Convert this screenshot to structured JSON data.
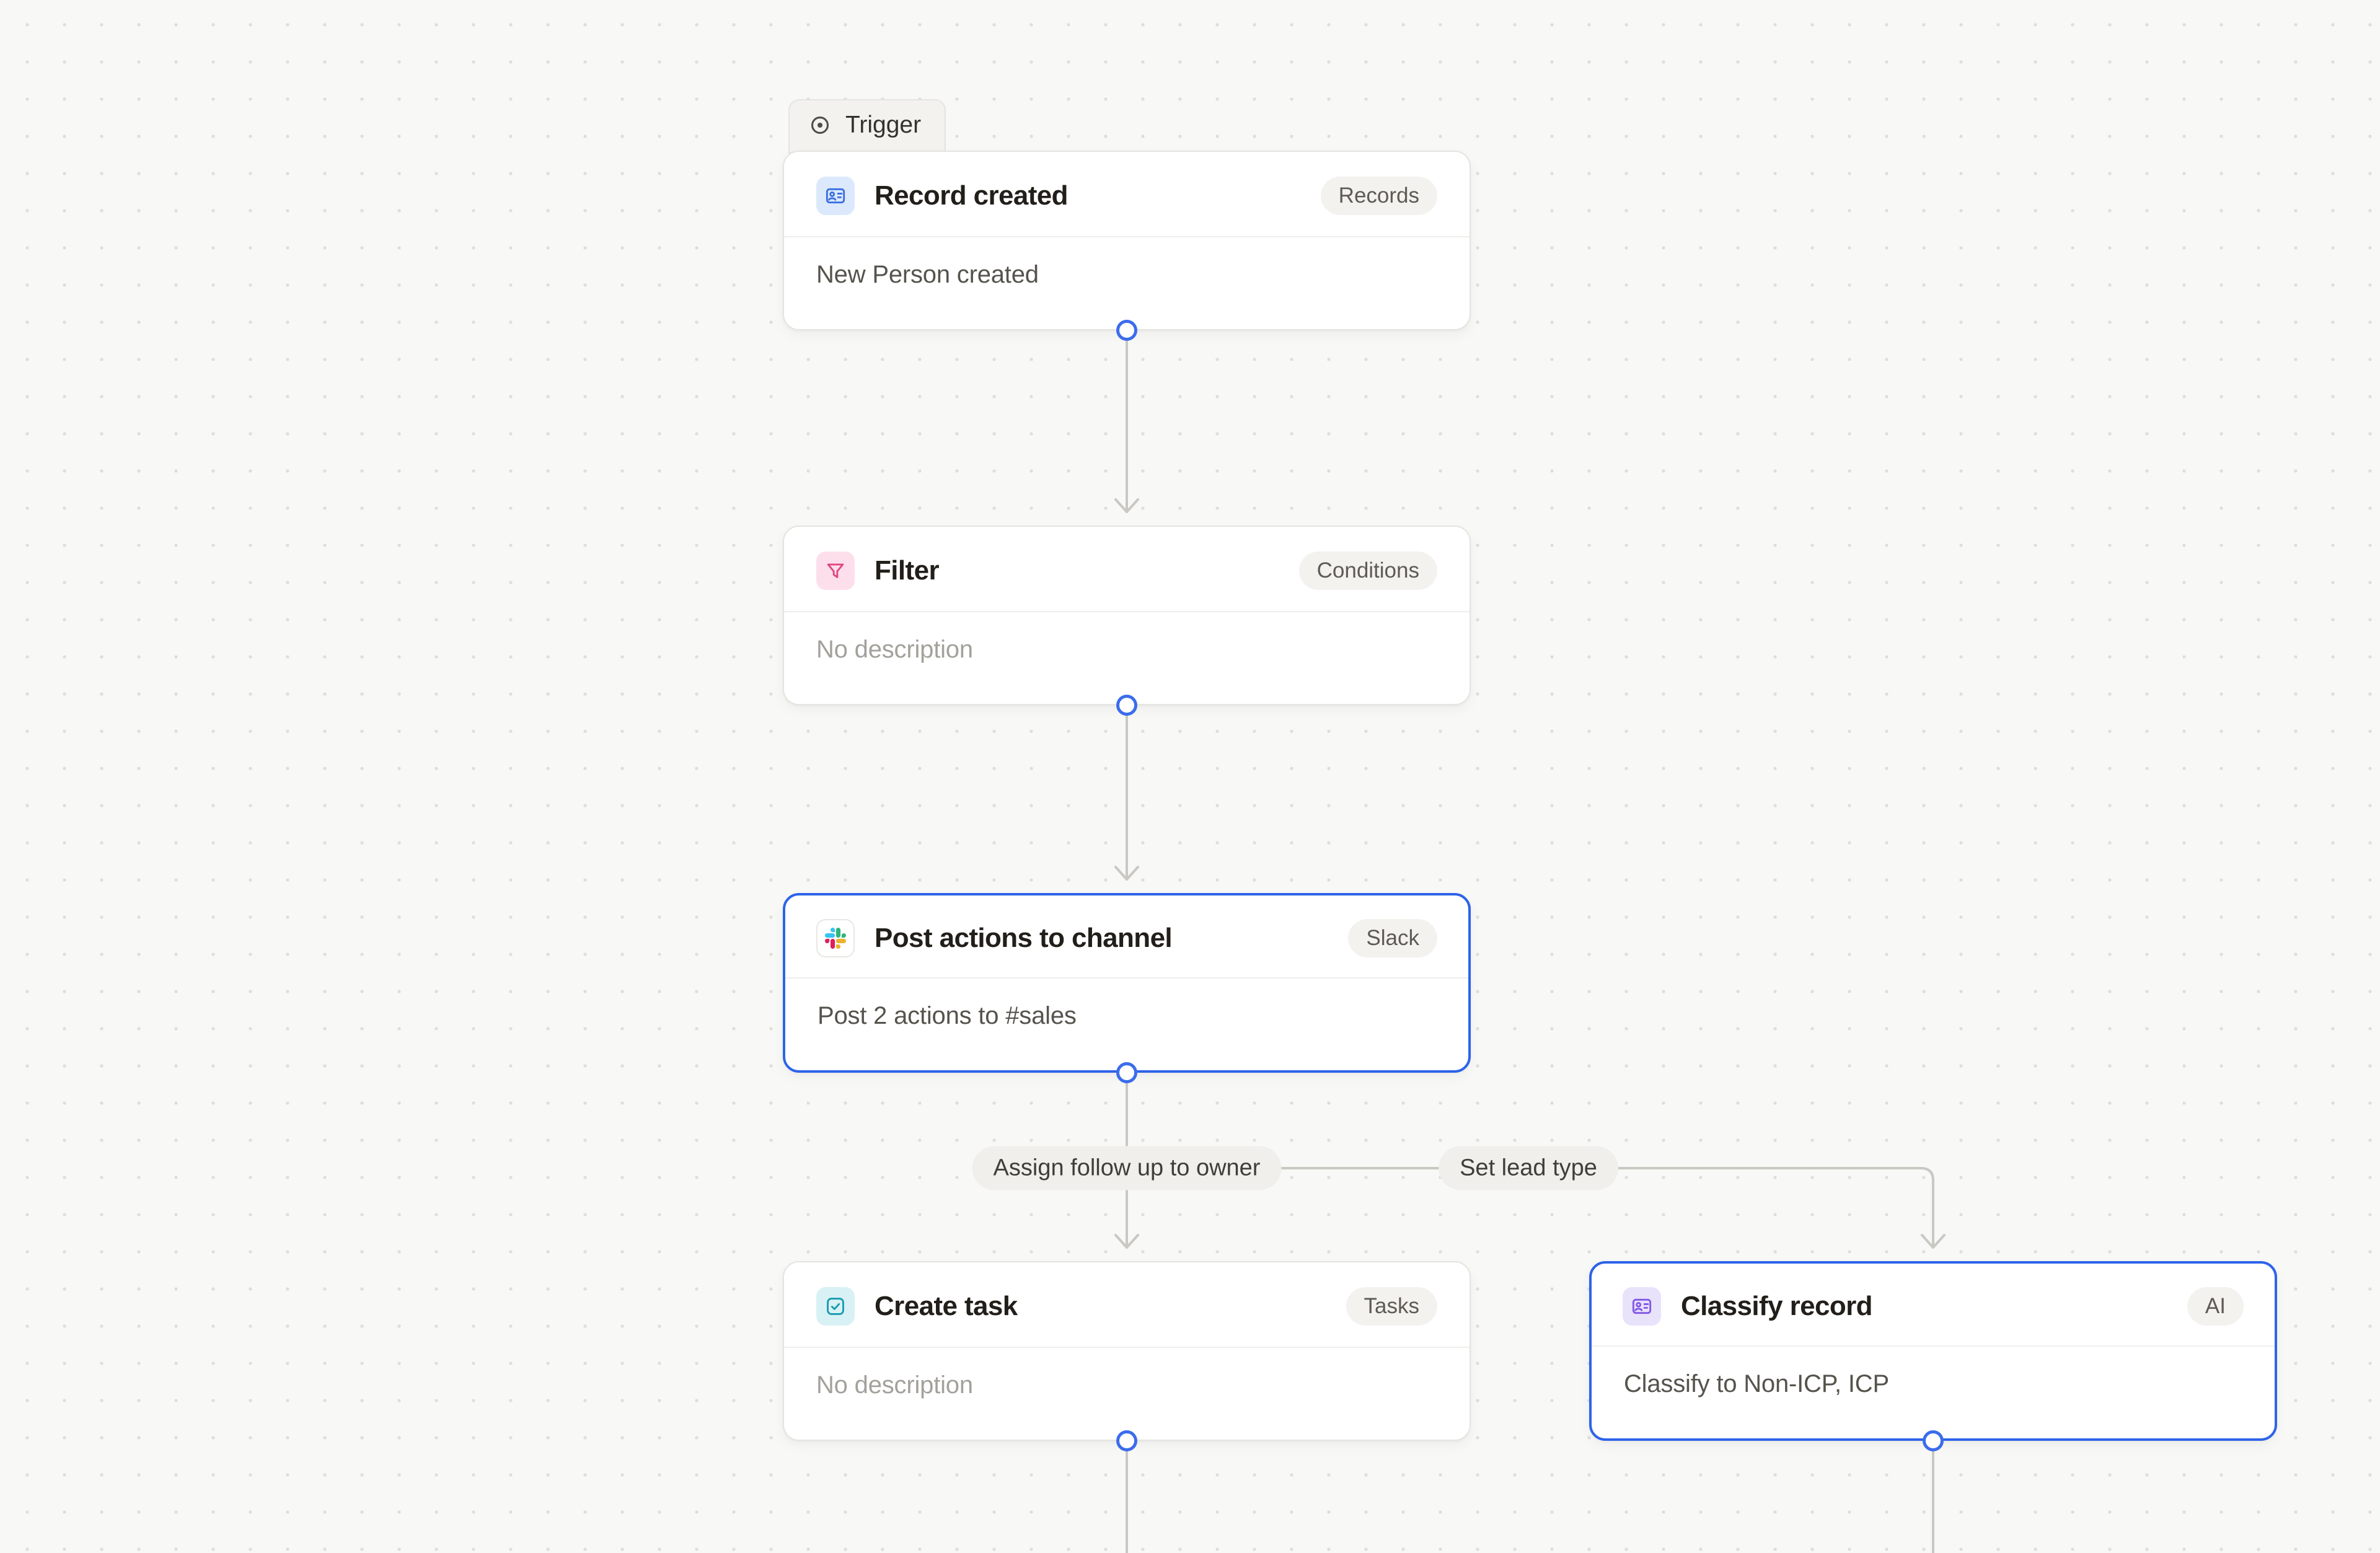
{
  "canvas": {
    "background": "#f8f8f6",
    "dot_color": "#dededa",
    "accent_blue": "#2e63e9",
    "connector_color": "#c9c8c3"
  },
  "trigger_tab": {
    "label": "Trigger",
    "icon": "target-icon"
  },
  "nodes": [
    {
      "title": "Record created",
      "badge": "Records",
      "description": "New Person created",
      "icon": "records-icon",
      "selected": false
    },
    {
      "title": "Filter",
      "badge": "Conditions",
      "description": "No description",
      "icon": "filter-icon",
      "selected": false
    },
    {
      "title": "Post actions to channel",
      "badge": "Slack",
      "description": "Post 2 actions to #sales",
      "icon": "slack-icon",
      "selected": true
    },
    {
      "title": "Create task",
      "badge": "Tasks",
      "description": "No description",
      "icon": "task-icon",
      "selected": false
    },
    {
      "title": "Classify record",
      "badge": "AI",
      "description": "Classify to Non-ICP, ICP",
      "icon": "classify-record-icon",
      "selected": true
    }
  ],
  "branches": [
    {
      "label": "Assign follow up to owner"
    },
    {
      "label": "Set lead type"
    }
  ]
}
